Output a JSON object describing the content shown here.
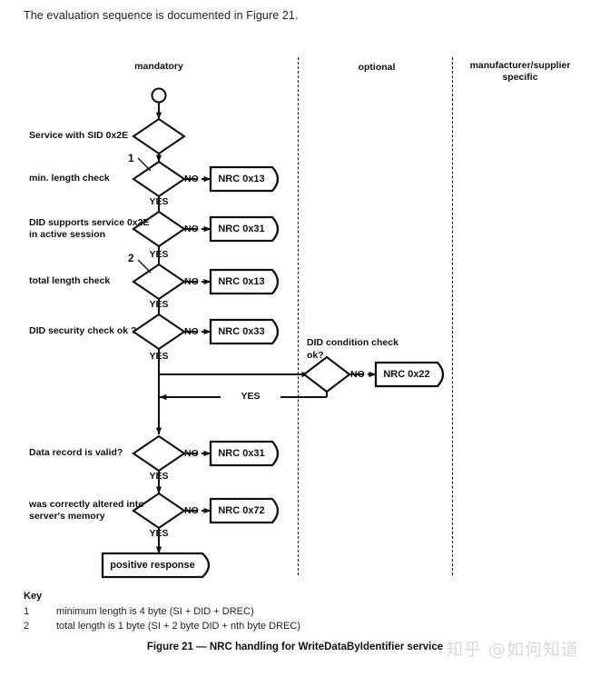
{
  "intro": "The evaluation sequence is documented in Figure 21.",
  "columns": {
    "mandatory": "mandatory",
    "optional": "optional",
    "manufacturer": "manufacturer/supplier specific"
  },
  "flow": {
    "start_node": "start-circle",
    "rows": [
      {
        "id": "row-0",
        "label": "Service with SID 0x2E",
        "footnote": null,
        "no_label": null,
        "yes_label": null,
        "nrc": null
      },
      {
        "id": "row-1",
        "label": "min. length check",
        "footnote": "1",
        "no_label": "NO",
        "yes_label": "YES",
        "nrc": "NRC 0x13"
      },
      {
        "id": "row-2",
        "label": "DID supports service 0x2E in active session",
        "footnote": null,
        "no_label": "NO",
        "yes_label": "YES",
        "nrc": "NRC 0x31"
      },
      {
        "id": "row-3",
        "label": "total length check",
        "footnote": "2",
        "no_label": "NO",
        "yes_label": "YES",
        "nrc": "NRC 0x13"
      },
      {
        "id": "row-4",
        "label": "DID security check ok ?",
        "footnote": null,
        "no_label": "NO",
        "yes_label": "YES",
        "nrc": "NRC 0x33"
      },
      {
        "id": "row-5",
        "label": "Data record is valid?",
        "footnote": null,
        "no_label": "NO",
        "yes_label": "YES",
        "nrc": "NRC 0x31"
      },
      {
        "id": "row-6",
        "label": "was correctly altered into server's memory",
        "footnote": null,
        "no_label": "NO",
        "yes_label": "YES",
        "nrc": "NRC 0x72"
      }
    ],
    "optional_branch": {
      "label": "DID  condition check ok?",
      "no_label": "NO",
      "yes_label": "YES",
      "nrc": "NRC 0x22"
    },
    "positive_response": "positive response"
  },
  "key": {
    "title": "Key",
    "items": [
      {
        "num": "1",
        "text": "minimum length is 4 byte (SI + DID + DREC)"
      },
      {
        "num": "2",
        "text": "total length is 1 byte (SI + 2 byte DID + nth byte DREC)"
      }
    ]
  },
  "caption": "Figure 21 — NRC handling for WriteDataByIdentifier service",
  "watermark": "知乎 @如何知道",
  "colors": {
    "line": "#111111",
    "text": "#111111",
    "background": "#ffffff",
    "watermark": "#d9d9d9"
  }
}
